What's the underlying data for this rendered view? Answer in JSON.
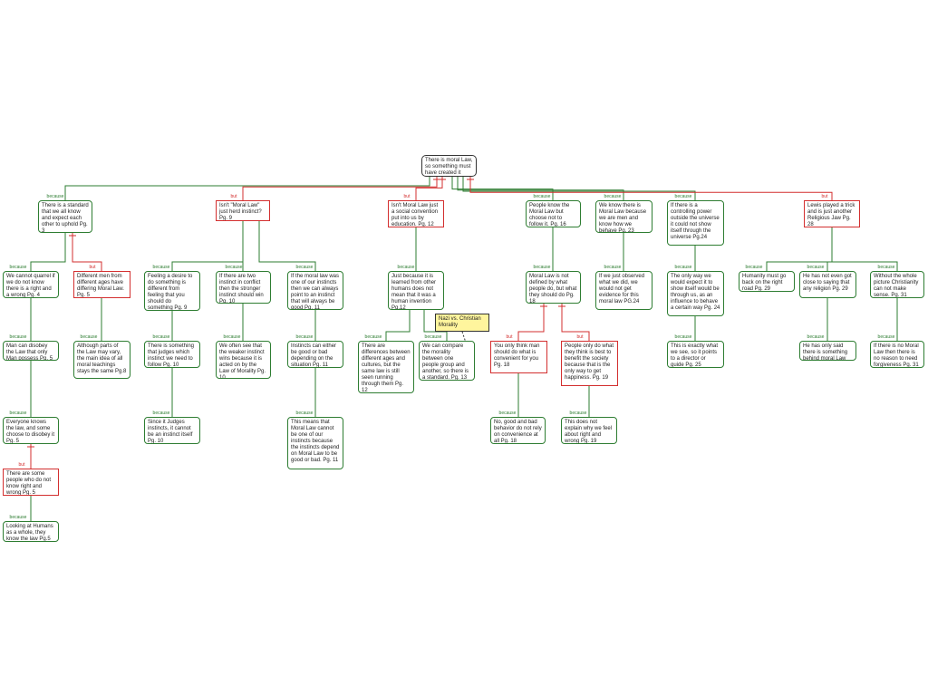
{
  "nodes": {
    "root": "There is moral Law, so something must have created it",
    "n_standard": "There is a standard that we all know and expect each other to uphold Pg. 3",
    "n_herd": "Isn't \"Moral Law\" just herd instinct?Pg. 9",
    "n_convention": "Isn't Moral Law just a social convention put into us by education. Pg. 12",
    "n_know_not_follow": "People know the Moral Law but choose not to follow it. Pg. 16",
    "n_we_know": "We know there is Moral Law because we are men and know how we behave Pg. 23",
    "n_controlling": "If there is a controlling power outside the universe it could not show itself through the universe Pg.24",
    "n_trick": "Lewis played a trick and is just another Religious Jaw Pg. 28",
    "n_quarrel": "We cannot quarrel if we do not know there is a right and a wrong Pg. 4",
    "n_diff_men": "Different men from different ages have differing Moral Law. Pg. 5",
    "n_disobey": "Man can disobey the Law that only Man possess Pg. 5",
    "n_although": "Although parts of the Law may vary, the main idea of all moral teachings stays the same Pg.8",
    "n_everyone": "Everyone knows the law, and some choose to disobey it Pg. 5",
    "n_some_people": "There are some people who do not know right and wrong Pg. 5",
    "n_looking": "Looking at Humans as a whole, they know the law Pg.5",
    "n_feeling": "Feeling a desire to do something is different from feeling that you should do something Pg. 9",
    "n_something": "There is something that judges which instinct we need to follow Pg. 10",
    "n_since": "Since it Judges instincts, it cannot be an instinct itself Pg. 10",
    "n_two_instinct": "If there are two instinct in conflict then the stronger instinct should win Pg. 10",
    "n_weaker": "We often see that the weaker instinct wins because it is acted on by the Law of Morality Pg. 10",
    "n_if_moral": "If the moral law was one of our instincts then we can always point to an instinct that will always be good Pg. 11",
    "n_instincts_either": "Instincts can either be good or bad depending on the situation Pg. 11",
    "n_this_means": "This means that Moral Law cannot be one of our instincts because the instincts depend on Moral Law to be good or bad. Pg. 11",
    "n_just_because": "Just because it is learned from other humans does not mean that it was a human invention Pg.12",
    "n_differences": "There are differences between different ages and cultures, but the same law is still seen running through them Pg. 12",
    "n_compare": "We can compare the morality between one people group and another, so there is a standard. Pg. 13",
    "n_not_defined": "Moral Law is not defined by what people do, but what they should do Pg. 18",
    "n_convenient": "You only think man should do what is convenient for you Pg. 18",
    "n_best": "People only do what they think is best to benefit the society because that is the only way to get happiness. Pg. 19",
    "n_no_good": "No, good and bad behavior do not rely on convenience at all Pg. 18",
    "n_does_not": "This does not explain why we feel about right and wrong Pg. 19",
    "n_observed": "If we just observed what we did, we would not get evidence for this moral law PG.24",
    "n_only_way": "The only way we would expect it to show itself would be through us, as an influence to behave a certain way Pg. 24",
    "n_exactly": "This is exactly what we see, so it points to a director or guide Pg. 25",
    "n_humanity": "Humanity must go back on the right road Pg. 29",
    "n_not_close": "He has not even got close to saying that any religion Pg. 29",
    "n_without": "Without the whole picture Christianity can not make sense. Pg. 31",
    "n_only_said": "He has only said there is something behind moral Law",
    "n_no_moral": "If there is no Moral Law then there is no reason to need forgiveness Pg. 31"
  },
  "note": "Nazi vs. Christian Morality",
  "labels": {
    "because": "because",
    "but": "but"
  },
  "colors": {
    "support": "#2e7d32",
    "objection": "#d32f2f",
    "note": "#fff59d"
  }
}
